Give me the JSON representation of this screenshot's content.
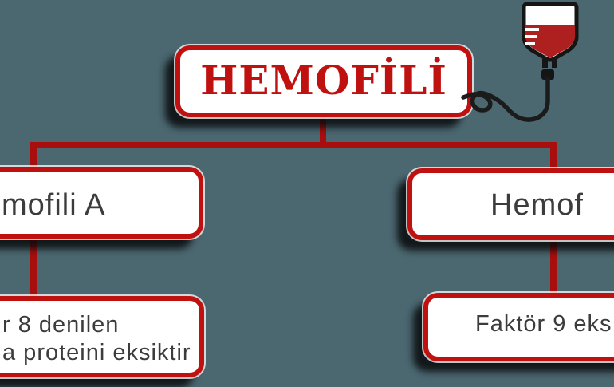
{
  "title": {
    "label": "HEMOFİLİ"
  },
  "branch_left": {
    "label": "mofili A",
    "details": [
      "r 8 denilen",
      "a proteini eksiktir"
    ]
  },
  "branch_right": {
    "label": "Hemof",
    "details": [
      "Faktör 9 eks"
    ]
  },
  "icons": {
    "blood_bag": "blood-bag-icon"
  },
  "colors": {
    "background": "#4B6770",
    "box_border": "#C01111",
    "connector": "#A80E0E",
    "title_text": "#C01111",
    "node_text": "#3C3C3C",
    "box_fill": "#FFFFFF",
    "blood": "#AE1F1F"
  }
}
